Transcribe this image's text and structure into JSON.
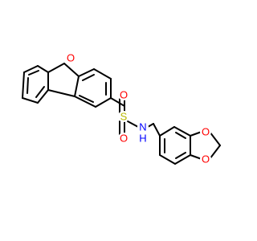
{
  "molecule": {
    "atoms": {
      "o_furan": {
        "symbol": "O",
        "color": "#ff0000"
      },
      "sulfur": {
        "symbol": "S",
        "color": "#b8b800"
      },
      "o_sulfonyl_top": {
        "symbol": "O",
        "color": "#ff0000"
      },
      "o_sulfonyl_bottom": {
        "symbol": "O",
        "color": "#ff0000"
      },
      "nitrogen": {
        "symbol": "N",
        "color": "#0000ff"
      },
      "hydrogen": {
        "symbol": "H",
        "color": "#0000ff"
      },
      "o_dioxole_top": {
        "symbol": "O",
        "color": "#ff0000"
      },
      "o_dioxole_bottom": {
        "symbol": "O",
        "color": "#ff0000"
      }
    }
  }
}
